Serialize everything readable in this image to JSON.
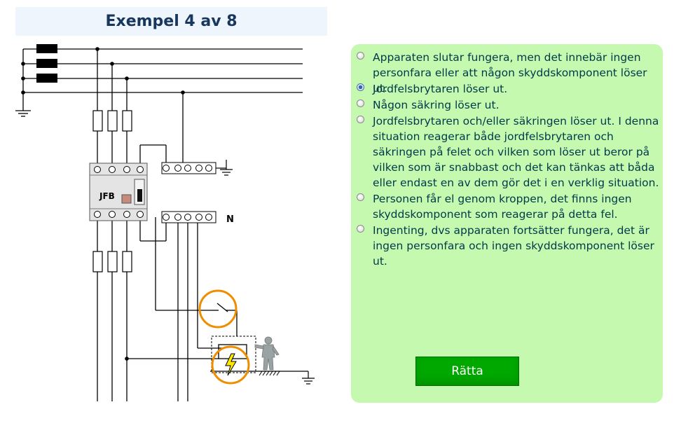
{
  "header": {
    "title": "Exempel 4 av 8"
  },
  "diagram": {
    "device_label": "JFB",
    "neutral_label": "N"
  },
  "question": {
    "options": [
      {
        "label": "Apparaten slutar fungera, men det innebär ingen personfara eller att någon skyddskomponent löser ut.",
        "checked": false
      },
      {
        "label": "Jordfelsbrytaren löser ut.",
        "checked": true
      },
      {
        "label": "Någon säkring löser ut.",
        "checked": false
      },
      {
        "label": "Jordfelsbrytaren och/eller säkringen löser ut. I denna situation reagerar både jordfelsbrytaren och säkringen på felet och vilken som löser ut beror på vilken som är snabbast och det kan tänkas att båda eller endast en av dem gör det i en verklig situation.",
        "checked": false
      },
      {
        "label": "Personen får el genom kroppen, det finns ingen skyddskomponent som reagerar på detta fel.",
        "checked": false
      },
      {
        "label": "Ingenting, dvs apparaten fortsätter fungera, det är ingen personfara och ingen skyddskomponent löser ut.",
        "checked": false
      }
    ],
    "submit_label": "Rätta"
  },
  "colors": {
    "panel": "#c6f9b0",
    "button": "#00a800",
    "highlight": "#f08c00",
    "title": "#17375e"
  }
}
